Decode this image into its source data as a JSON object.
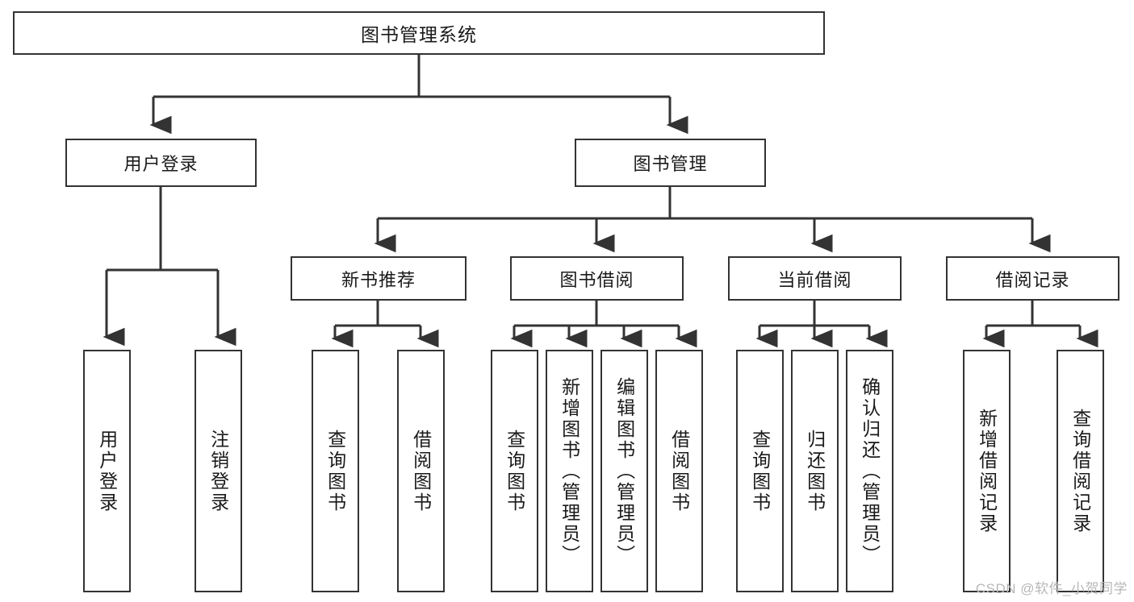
{
  "diagram": {
    "title": "图书管理系统",
    "watermark": "CSDN @软件_小贺同学",
    "colors": {
      "stroke": "#333333",
      "fill": "#ffffff",
      "text": "#1a1a1a",
      "watermark": "#b8b8b8"
    },
    "nodes": {
      "root": "图书管理系统",
      "level2": {
        "user_login": "用户登录",
        "book_manage": "图书管理"
      },
      "level3": {
        "new_book_recommend": "新书推荐",
        "book_borrow": "图书借阅",
        "current_borrow": "当前借阅",
        "borrow_record": "借阅记录"
      },
      "leaves": {
        "user_login_1": "用户登录",
        "user_login_2": "注销登录",
        "recommend_1": "查询图书",
        "recommend_2": "借阅图书",
        "borrow_1": "查询图书",
        "borrow_2": "新增图书（管理员）",
        "borrow_3": "编辑图书（管理员）",
        "borrow_4": "借阅图书",
        "current_1": "查询图书",
        "current_2": "归还图书",
        "current_3": "确认归还（管理员）",
        "record_1": "新增借阅记录",
        "record_2": "查询借阅记录"
      }
    }
  }
}
